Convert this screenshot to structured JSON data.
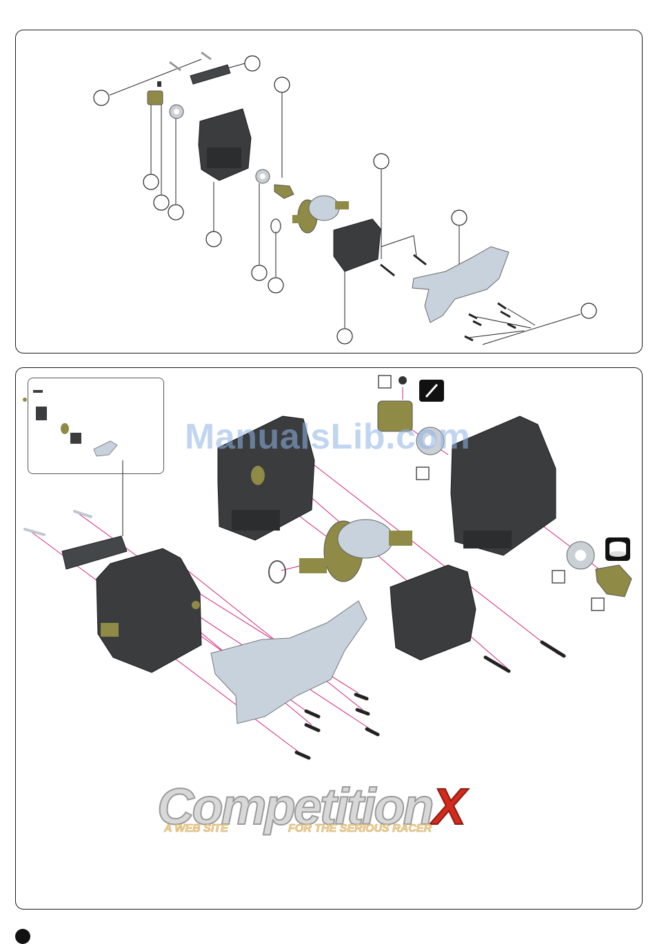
{
  "watermark": {
    "text": "ManualsLib.com"
  },
  "logo": {
    "main_text": "Competition",
    "x_text": "X",
    "tagline_left": "A WEB SITE",
    "tagline_right": "FOR THE SERIOUS RACER"
  },
  "colors": {
    "frame": "#1a1a1a",
    "part_dark": "#3a3c3e",
    "part_metal": "#c7d2dc",
    "part_gold": "#8f8a45",
    "leader_magenta": "#d0207a",
    "callout_line": "#222222"
  },
  "icons": {
    "thread-lock": "thread-lock-icon",
    "grease": "grease-icon"
  }
}
